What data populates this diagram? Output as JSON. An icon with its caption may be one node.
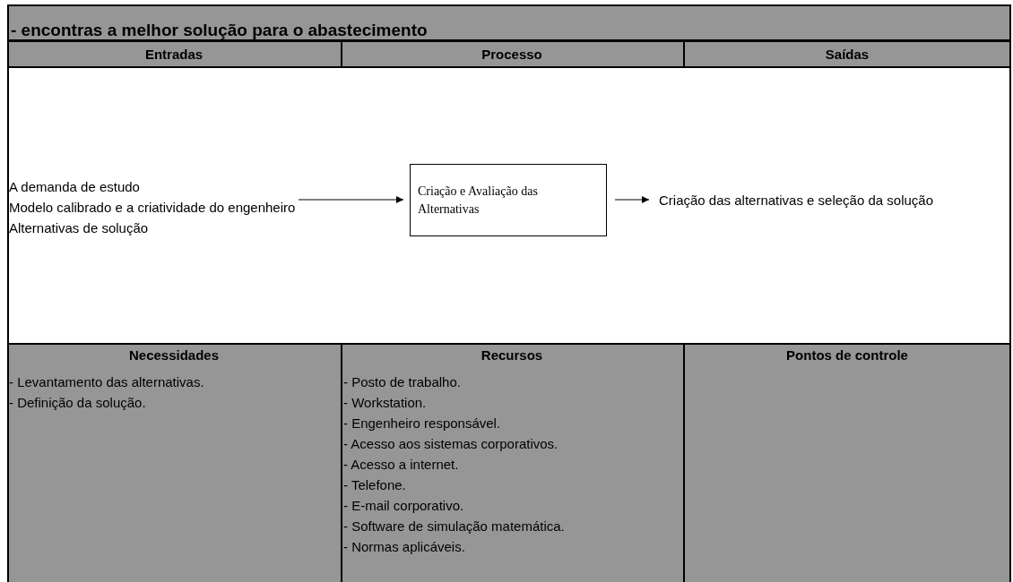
{
  "diagram": {
    "title": "- encontras a melhor solução para o abastecimento",
    "nodes": [
      {
        "text": [
          "A demanda de estudo",
          "Modelo calibrado e a criatividade do engenheiro",
          "Alternativas de solução"
        ]
      },
      {
        "text": [
          "Criação e Avaliação das Alternativas"
        ]
      },
      {
        "text": [
          "Criação das alternativas e seleção da solução"
        ]
      }
    ],
    "edges": [
      {
        "from": 0,
        "to": 1,
        "arrow": "to"
      },
      {
        "from": 1,
        "to": 2,
        "arrow": "to"
      }
    ],
    "labels": [
      "Entradas",
      "Processo",
      "Saídas",
      "Necessidades",
      "Recursos",
      "Pontos de controle",
      "- Levantamento das alternativas.",
      "- Definição da solução.",
      "- Posto de trabalho.",
      "- Workstation.",
      "- Engenheiro responsável.",
      "- Acesso aos sistemas corporativos.",
      "- Acesso a internet.",
      "- Telefone.",
      "- E-mail corporativo.",
      "- Software de simulação matemática.",
      "- Normas aplicáveis."
    ]
  }
}
